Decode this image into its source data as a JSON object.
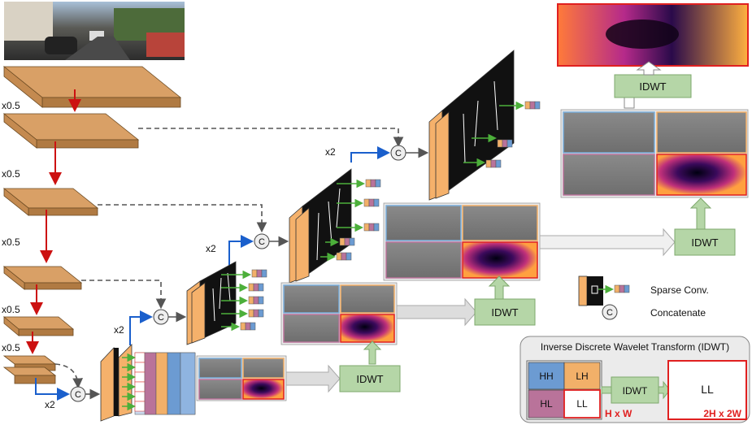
{
  "labels": {
    "scale_down": "x0.5",
    "scale_up": "x2",
    "concat_symbol": "C",
    "idwt": "IDWT"
  },
  "legend": {
    "sparse_conv": "Sparse Conv.",
    "concatenate": "Concatenate"
  },
  "idwt_box": {
    "title": "Inverse Discrete Wavelet Transform (IDWT)",
    "hh": "HH",
    "lh": "LH",
    "hl": "HL",
    "ll_small": "LL",
    "idwt": "IDWT",
    "ll_big": "LL",
    "input_size": "H x W",
    "output_size": "2H x 2W"
  },
  "colors": {
    "encoder_block": "#d9a066",
    "decoder_block": "#f5b16b",
    "down_arrow": "#cc1111",
    "up_arrow": "#1a5fcc",
    "idwt_box": "#b5d6a7",
    "hh": "#6c9bd2",
    "lh": "#f2b069",
    "hl": "#b9739a",
    "ll": "#ffffff",
    "highlight": "#e02020"
  }
}
